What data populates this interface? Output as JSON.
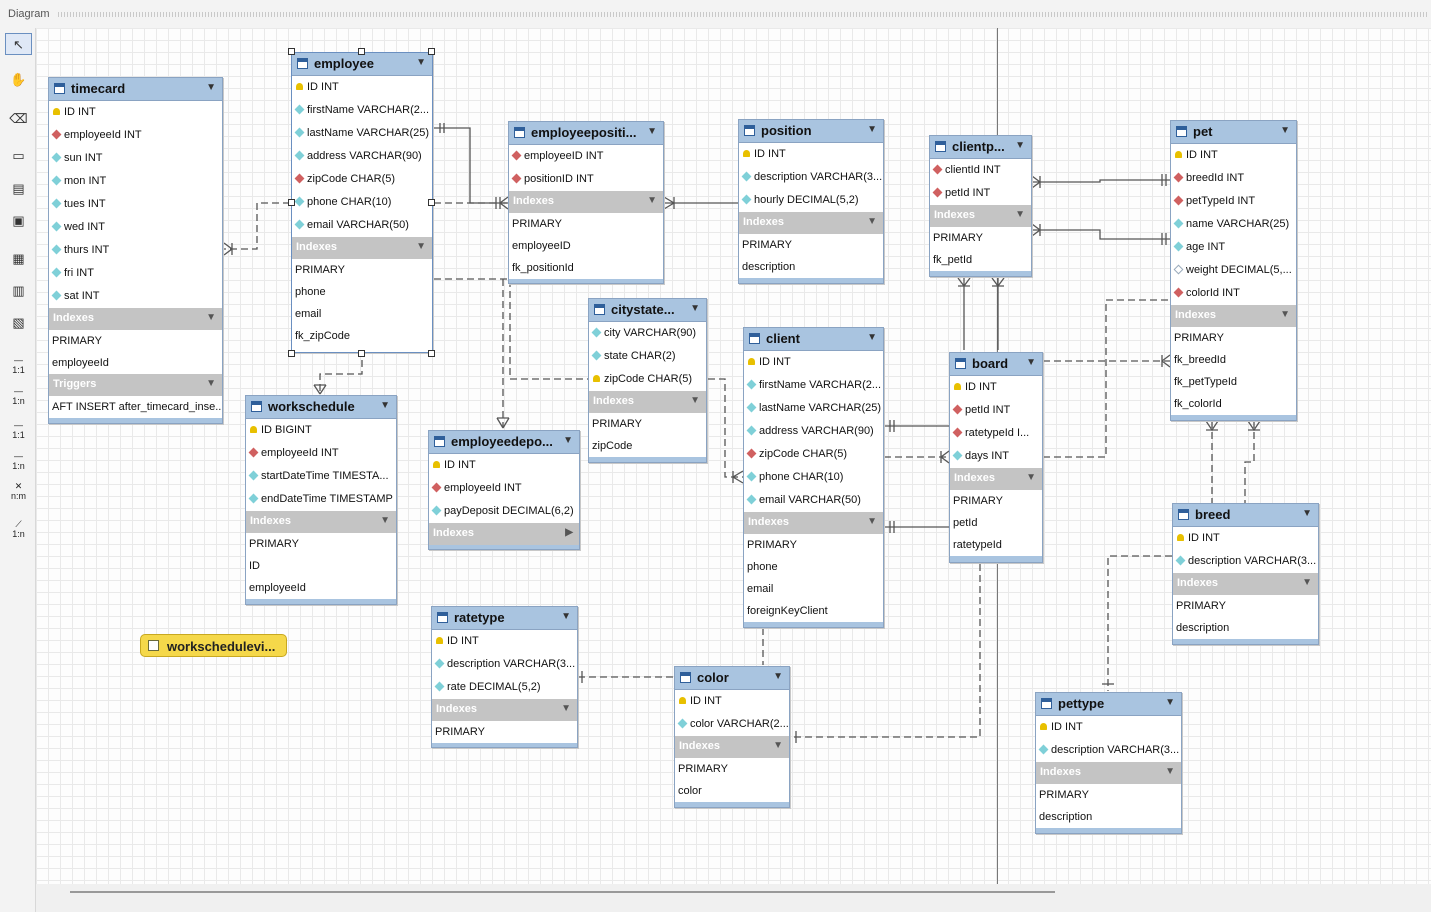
{
  "panel": {
    "title": "Diagram"
  },
  "toolbar": {
    "tools": [
      {
        "name": "pointer-icon",
        "glyph": "↖"
      },
      {
        "name": "hand-icon",
        "glyph": "✋"
      },
      {
        "name": "eraser-icon",
        "glyph": "⌫"
      },
      {
        "name": "layer-icon",
        "glyph": "▭"
      },
      {
        "name": "note-icon",
        "glyph": "▤"
      },
      {
        "name": "image-icon",
        "glyph": "▣"
      },
      {
        "name": "table-icon",
        "glyph": "▦"
      },
      {
        "name": "view-icon",
        "glyph": "▥"
      },
      {
        "name": "routine-icon",
        "glyph": "▧"
      }
    ],
    "relationships": [
      "1:1",
      "1:n",
      "1:1",
      "1:n",
      "n:m",
      "1:n"
    ]
  },
  "view": {
    "name": "workschedulevi..."
  },
  "tables": {
    "timecard": {
      "name": "timecard",
      "columns": [
        {
          "k": "pk",
          "t": "ID INT"
        },
        {
          "k": "fk",
          "t": "employeeId INT"
        },
        {
          "k": "col",
          "t": "sun INT"
        },
        {
          "k": "col",
          "t": "mon INT"
        },
        {
          "k": "col",
          "t": "tues INT"
        },
        {
          "k": "col",
          "t": "wed INT"
        },
        {
          "k": "col",
          "t": "thurs INT"
        },
        {
          "k": "col",
          "t": "fri INT"
        },
        {
          "k": "col",
          "t": "sat INT"
        }
      ],
      "indexes_label": "Indexes",
      "indexes": [
        "PRIMARY",
        "employeeId"
      ],
      "triggers_label": "Triggers",
      "triggers": [
        "AFT INSERT after_timecard_inse..."
      ]
    },
    "employee": {
      "name": "employee",
      "columns": [
        {
          "k": "pk",
          "t": "ID INT"
        },
        {
          "k": "col",
          "t": "firstName VARCHAR(2..."
        },
        {
          "k": "col",
          "t": "lastName VARCHAR(25)"
        },
        {
          "k": "col",
          "t": "address VARCHAR(90)"
        },
        {
          "k": "fk",
          "t": "zipCode CHAR(5)"
        },
        {
          "k": "col",
          "t": "phone CHAR(10)"
        },
        {
          "k": "col",
          "t": "email VARCHAR(50)"
        }
      ],
      "indexes_label": "Indexes",
      "indexes": [
        "PRIMARY",
        "phone",
        "email",
        "fk_zipCode"
      ]
    },
    "workschedule": {
      "name": "workschedule",
      "columns": [
        {
          "k": "pk",
          "t": "ID BIGINT"
        },
        {
          "k": "fk",
          "t": "employeeId INT"
        },
        {
          "k": "col",
          "t": "startDateTime TIMESTA..."
        },
        {
          "k": "col",
          "t": "endDateTime TIMESTAMP"
        }
      ],
      "indexes_label": "Indexes",
      "indexes": [
        "PRIMARY",
        "ID",
        "employeeId"
      ]
    },
    "employeeposition": {
      "name": "employeepositi...",
      "columns": [
        {
          "k": "fk",
          "t": "employeeID INT"
        },
        {
          "k": "fk",
          "t": "positionID INT"
        }
      ],
      "indexes_label": "Indexes",
      "indexes": [
        "PRIMARY",
        "employeeID",
        "fk_positionId"
      ]
    },
    "employeedeposit": {
      "name": "employeedepo...",
      "columns": [
        {
          "k": "pk",
          "t": "ID INT"
        },
        {
          "k": "fk",
          "t": "employeeId INT"
        },
        {
          "k": "col",
          "t": "payDeposit DECIMAL(6,2)"
        }
      ],
      "indexes_label": "Indexes",
      "indexes": []
    },
    "citystate": {
      "name": "citystate...",
      "columns": [
        {
          "k": "col",
          "t": "city VARCHAR(90)"
        },
        {
          "k": "col",
          "t": "state CHAR(2)"
        },
        {
          "k": "pk",
          "t": "zipCode CHAR(5)"
        }
      ],
      "indexes_label": "Indexes",
      "indexes": [
        "PRIMARY",
        "zipCode"
      ]
    },
    "position": {
      "name": "position",
      "columns": [
        {
          "k": "pk",
          "t": "ID INT"
        },
        {
          "k": "col",
          "t": "description VARCHAR(3..."
        },
        {
          "k": "col",
          "t": "hourly DECIMAL(5,2)"
        }
      ],
      "indexes_label": "Indexes",
      "indexes": [
        "PRIMARY",
        "description"
      ]
    },
    "client": {
      "name": "client",
      "columns": [
        {
          "k": "pk",
          "t": "ID INT"
        },
        {
          "k": "col",
          "t": "firstName VARCHAR(2..."
        },
        {
          "k": "col",
          "t": "lastName VARCHAR(25)"
        },
        {
          "k": "col",
          "t": "address VARCHAR(90)"
        },
        {
          "k": "fk",
          "t": "zipCode CHAR(5)"
        },
        {
          "k": "col",
          "t": "phone CHAR(10)"
        },
        {
          "k": "col",
          "t": "email VARCHAR(50)"
        }
      ],
      "indexes_label": "Indexes",
      "indexes": [
        "PRIMARY",
        "phone",
        "email",
        "foreignKeyClient"
      ]
    },
    "clientpet": {
      "name": "clientp...",
      "columns": [
        {
          "k": "fk",
          "t": "clientId INT"
        },
        {
          "k": "fk",
          "t": "petId INT"
        }
      ],
      "indexes_label": "Indexes",
      "indexes": [
        "PRIMARY",
        "fk_petId"
      ]
    },
    "board": {
      "name": "board",
      "columns": [
        {
          "k": "pk",
          "t": "ID INT"
        },
        {
          "k": "fk",
          "t": "petId INT"
        },
        {
          "k": "fk",
          "t": "ratetypeId I..."
        },
        {
          "k": "col",
          "t": "days INT"
        }
      ],
      "indexes_label": "Indexes",
      "indexes": [
        "PRIMARY",
        "petId",
        "ratetypeId"
      ]
    },
    "pet": {
      "name": "pet",
      "columns": [
        {
          "k": "pk",
          "t": "ID INT"
        },
        {
          "k": "fk",
          "t": "breedId INT"
        },
        {
          "k": "fk",
          "t": "petTypeId INT"
        },
        {
          "k": "col",
          "t": "name VARCHAR(25)"
        },
        {
          "k": "col",
          "t": "age INT"
        },
        {
          "k": "colw",
          "t": "weight DECIMAL(5,..."
        },
        {
          "k": "fk",
          "t": "colorId INT"
        }
      ],
      "indexes_label": "Indexes",
      "indexes": [
        "PRIMARY",
        "fk_breedId",
        "fk_petTypeId",
        "fk_colorId"
      ]
    },
    "breed": {
      "name": "breed",
      "columns": [
        {
          "k": "pk",
          "t": "ID INT"
        },
        {
          "k": "col",
          "t": "description VARCHAR(3..."
        }
      ],
      "indexes_label": "Indexes",
      "indexes": [
        "PRIMARY",
        "description"
      ]
    },
    "ratetype": {
      "name": "ratetype",
      "columns": [
        {
          "k": "pk",
          "t": "ID INT"
        },
        {
          "k": "col",
          "t": "description VARCHAR(3..."
        },
        {
          "k": "col",
          "t": "rate DECIMAL(5,2)"
        }
      ],
      "indexes_label": "Indexes",
      "indexes": [
        "PRIMARY"
      ]
    },
    "color": {
      "name": "color",
      "columns": [
        {
          "k": "pk",
          "t": "ID INT"
        },
        {
          "k": "col",
          "t": "color VARCHAR(2..."
        }
      ],
      "indexes_label": "Indexes",
      "indexes": [
        "PRIMARY",
        "color"
      ]
    },
    "pettype": {
      "name": "pettype",
      "columns": [
        {
          "k": "pk",
          "t": "ID INT"
        },
        {
          "k": "col",
          "t": "description VARCHAR(3..."
        }
      ],
      "indexes_label": "Indexes",
      "indexes": [
        "PRIMARY",
        "description"
      ]
    }
  }
}
